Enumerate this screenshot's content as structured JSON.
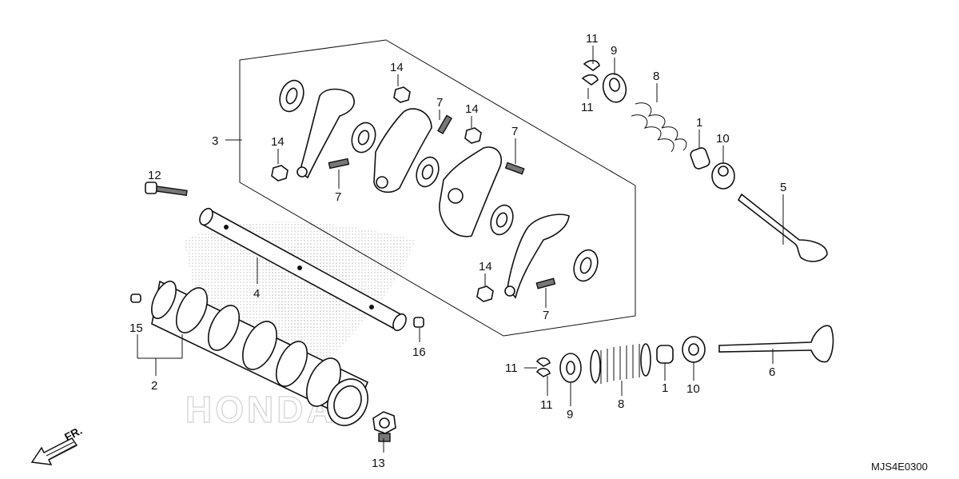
{
  "callouts": [
    {
      "id": "c-3",
      "text": "3"
    },
    {
      "id": "c-4",
      "text": "4"
    },
    {
      "id": "c-2",
      "text": "2"
    },
    {
      "id": "c-15",
      "text": "15"
    },
    {
      "id": "c-12",
      "text": "12"
    },
    {
      "id": "c-13",
      "text": "13"
    },
    {
      "id": "c-16",
      "text": "16"
    },
    {
      "id": "c-14a",
      "text": "14"
    },
    {
      "id": "c-14b",
      "text": "14"
    },
    {
      "id": "c-14c",
      "text": "14"
    },
    {
      "id": "c-14d",
      "text": "14"
    },
    {
      "id": "c-7a",
      "text": "7"
    },
    {
      "id": "c-7b",
      "text": "7"
    },
    {
      "id": "c-7c",
      "text": "7"
    },
    {
      "id": "c-7d",
      "text": "7"
    },
    {
      "id": "c-11a",
      "text": "11"
    },
    {
      "id": "c-11b",
      "text": "11"
    },
    {
      "id": "c-11c",
      "text": "11"
    },
    {
      "id": "c-11d",
      "text": "11"
    },
    {
      "id": "c-9a",
      "text": "9"
    },
    {
      "id": "c-9b",
      "text": "9"
    },
    {
      "id": "c-8a",
      "text": "8"
    },
    {
      "id": "c-8b",
      "text": "8"
    },
    {
      "id": "c-1a",
      "text": "1"
    },
    {
      "id": "c-1b",
      "text": "1"
    },
    {
      "id": "c-10a",
      "text": "10"
    },
    {
      "id": "c-10b",
      "text": "10"
    },
    {
      "id": "c-5",
      "text": "5"
    },
    {
      "id": "c-6",
      "text": "6"
    }
  ],
  "direction_label": "FR.",
  "diagram_code": "MJS4E0300",
  "watermark_text": "HONDA",
  "colors": {
    "ink": "#111111",
    "watermark": "#bbbbbb"
  }
}
